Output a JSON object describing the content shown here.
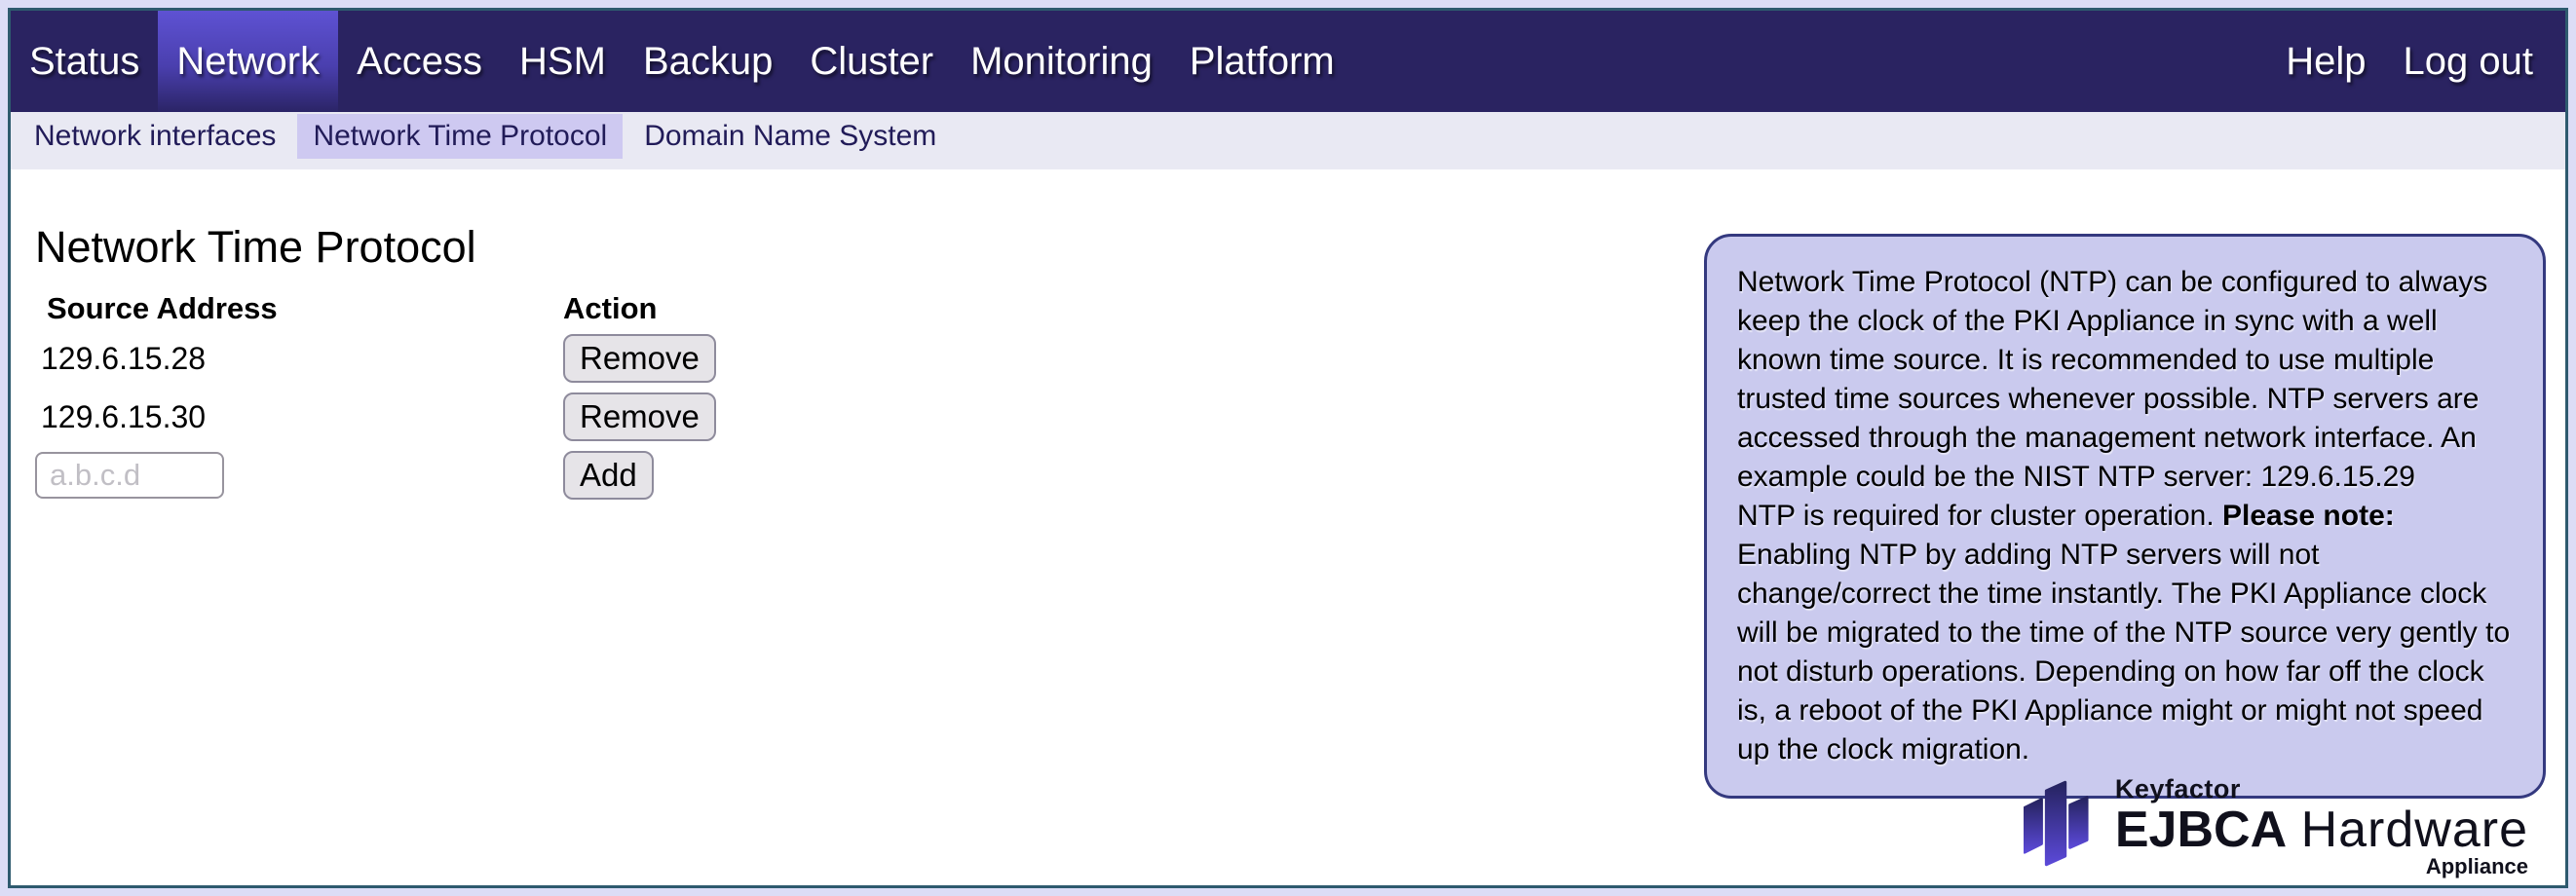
{
  "topnav": {
    "items": [
      {
        "label": "Status",
        "selected": false
      },
      {
        "label": "Network",
        "selected": true
      },
      {
        "label": "Access",
        "selected": false
      },
      {
        "label": "HSM",
        "selected": false
      },
      {
        "label": "Backup",
        "selected": false
      },
      {
        "label": "Cluster",
        "selected": false
      },
      {
        "label": "Monitoring",
        "selected": false
      },
      {
        "label": "Platform",
        "selected": false
      }
    ],
    "right_items": [
      {
        "label": "Help"
      },
      {
        "label": "Log out"
      }
    ]
  },
  "subnav": {
    "items": [
      {
        "label": "Network interfaces",
        "selected": false
      },
      {
        "label": "Network Time Protocol",
        "selected": true
      },
      {
        "label": "Domain Name System",
        "selected": false
      }
    ]
  },
  "main": {
    "title": "Network Time Protocol",
    "table": {
      "headers": {
        "source": "Source Address",
        "action": "Action"
      },
      "rows": [
        {
          "address": "129.6.15.28",
          "action": "Remove"
        },
        {
          "address": "129.6.15.30",
          "action": "Remove"
        }
      ],
      "add": {
        "placeholder": "a.b.c.d",
        "value": "",
        "button": "Add"
      }
    }
  },
  "infobox": {
    "para1": "Network Time Protocol (NTP) can be configured to always keep the clock of the PKI Appliance in sync with a well known time source. It is recommended to use multiple trusted time sources whenever possible. NTP servers are accessed through the management network interface. An example could be the NIST NTP server: 129.6.15.29",
    "para2_pre": "NTP is required for cluster operation. ",
    "para2_bold": "Please note:",
    "para2_post": " Enabling NTP by adding NTP servers will not change/correct the time instantly. The PKI Appliance clock will be migrated to the time of the NTP source very gently to not disturb operations. Depending on how far off the clock is, a reboot of the PKI Appliance might or might not speed up the clock migration."
  },
  "logo": {
    "brand": "Keyfactor",
    "product_bold": "EJBCA",
    "product_light": "Hardware",
    "suffix": "Appliance"
  },
  "colors": {
    "topnav_bg": "#2a2361",
    "topnav_selected_top": "#5e52d3",
    "subnav_bg": "#e9e9f3",
    "subnav_selected_bg": "#cec9f1",
    "page_border": "#2e5a6e",
    "page_margin_bg": "#dcddf6",
    "infobox_bg": "#cacaee",
    "infobox_border": "#34397f",
    "button_bg": "#e6e4e8",
    "logo_purple": "#5b49d8"
  }
}
